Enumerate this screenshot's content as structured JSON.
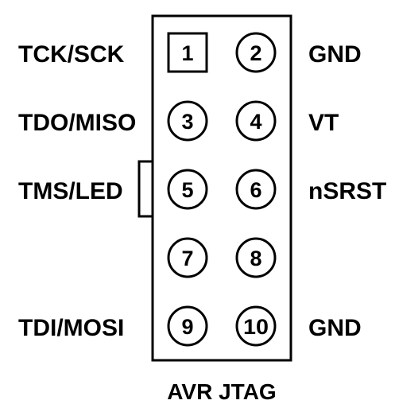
{
  "title": "AVR JTAG",
  "pins": [
    {
      "number": "1",
      "label": "TCK/SCK",
      "shape": "square"
    },
    {
      "number": "2",
      "label": "GND",
      "shape": "circle"
    },
    {
      "number": "3",
      "label": "TDO/MISO",
      "shape": "circle"
    },
    {
      "number": "4",
      "label": "VT",
      "shape": "circle"
    },
    {
      "number": "5",
      "label": "TMS/LED",
      "shape": "circle"
    },
    {
      "number": "6",
      "label": "nSRST",
      "shape": "circle"
    },
    {
      "number": "7",
      "label": "",
      "shape": "circle"
    },
    {
      "number": "8",
      "label": "",
      "shape": "circle"
    },
    {
      "number": "9",
      "label": "TDI/MOSI",
      "shape": "circle"
    },
    {
      "number": "10",
      "label": "GND",
      "shape": "circle"
    }
  ],
  "colors": {
    "ink": "#000000",
    "background": "#ffffff"
  }
}
